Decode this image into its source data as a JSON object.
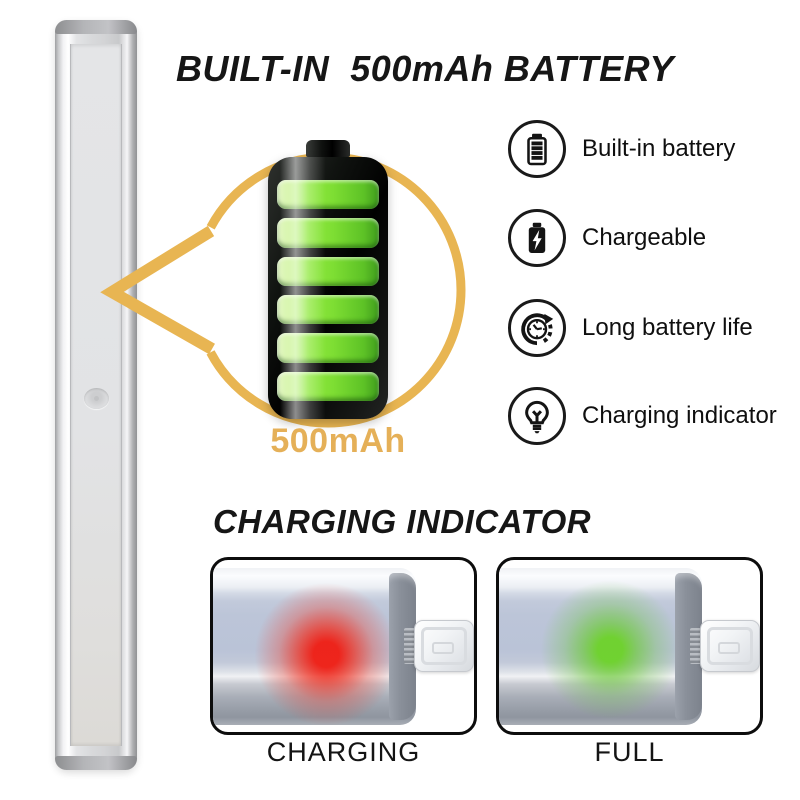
{
  "title": "BUILT-IN  500mAh BATTERY",
  "magnifier": {
    "capacity_label": "500mAh",
    "accent_color": "#E8B552"
  },
  "battery_illustration": {
    "segments": 6,
    "fill_color": "#7EDE33"
  },
  "features": [
    {
      "icon": "battery-icon",
      "label": "Built-in battery"
    },
    {
      "icon": "charging-battery-icon",
      "label": "Chargeable"
    },
    {
      "icon": "clock-refresh-icon",
      "label": "Long battery life"
    },
    {
      "icon": "light-bulb-icon",
      "label": "Charging indicator"
    }
  ],
  "charging_section": {
    "heading": "CHARGING INDICATOR",
    "cards": [
      {
        "label": "CHARGING",
        "indicator_color": "#E8281C"
      },
      {
        "label": "FULL",
        "indicator_color": "#56C42E"
      }
    ]
  }
}
